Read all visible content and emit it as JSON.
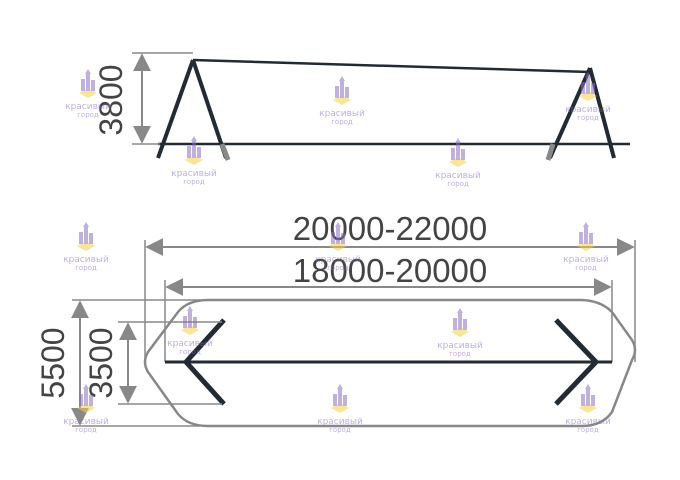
{
  "dimensions": {
    "height_side": "3800",
    "outer_length": "20000-22000",
    "inner_length": "18000-20000",
    "outer_width": "5500",
    "inner_width": "3500"
  },
  "watermark": {
    "line1": "красивый",
    "line2": "город",
    "icon": "castle-logo-icon"
  },
  "colors": {
    "structure": "#222a33",
    "dimension": "#888888",
    "dim_text": "#444444",
    "watermark_purple": "#8a6fc0",
    "watermark_yellow": "#f2d04a"
  }
}
